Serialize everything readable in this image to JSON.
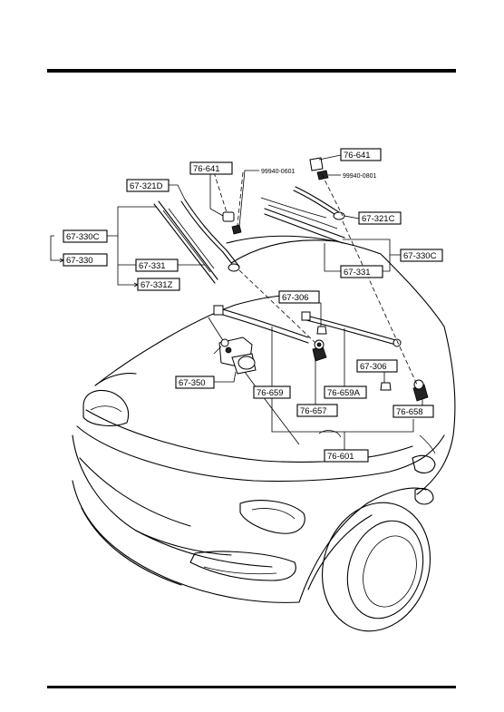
{
  "diagram": {
    "labels": {
      "lbl_76641_top": "76-641",
      "lbl_99940_top": "99940-0801",
      "lbl_76641_left": "76-641",
      "lbl_99940_left": "99940-0601",
      "lbl_67321D": "67-321D",
      "lbl_67321C": "67-321C",
      "lbl_67330C_left": "67-330C",
      "lbl_67330_left": "67-330",
      "lbl_67331_left": "67-331",
      "lbl_67331Z": "67-331Z",
      "lbl_67330C_right": "67-330C",
      "lbl_67331_right": "67-331",
      "lbl_67306_a": "67-306",
      "lbl_67306_b": "67-306",
      "lbl_67350": "67-350",
      "lbl_76659": "76-659",
      "lbl_76659A": "76-659A",
      "lbl_76657": "76-657",
      "lbl_76658": "76-658",
      "lbl_76601": "76-601"
    }
  }
}
